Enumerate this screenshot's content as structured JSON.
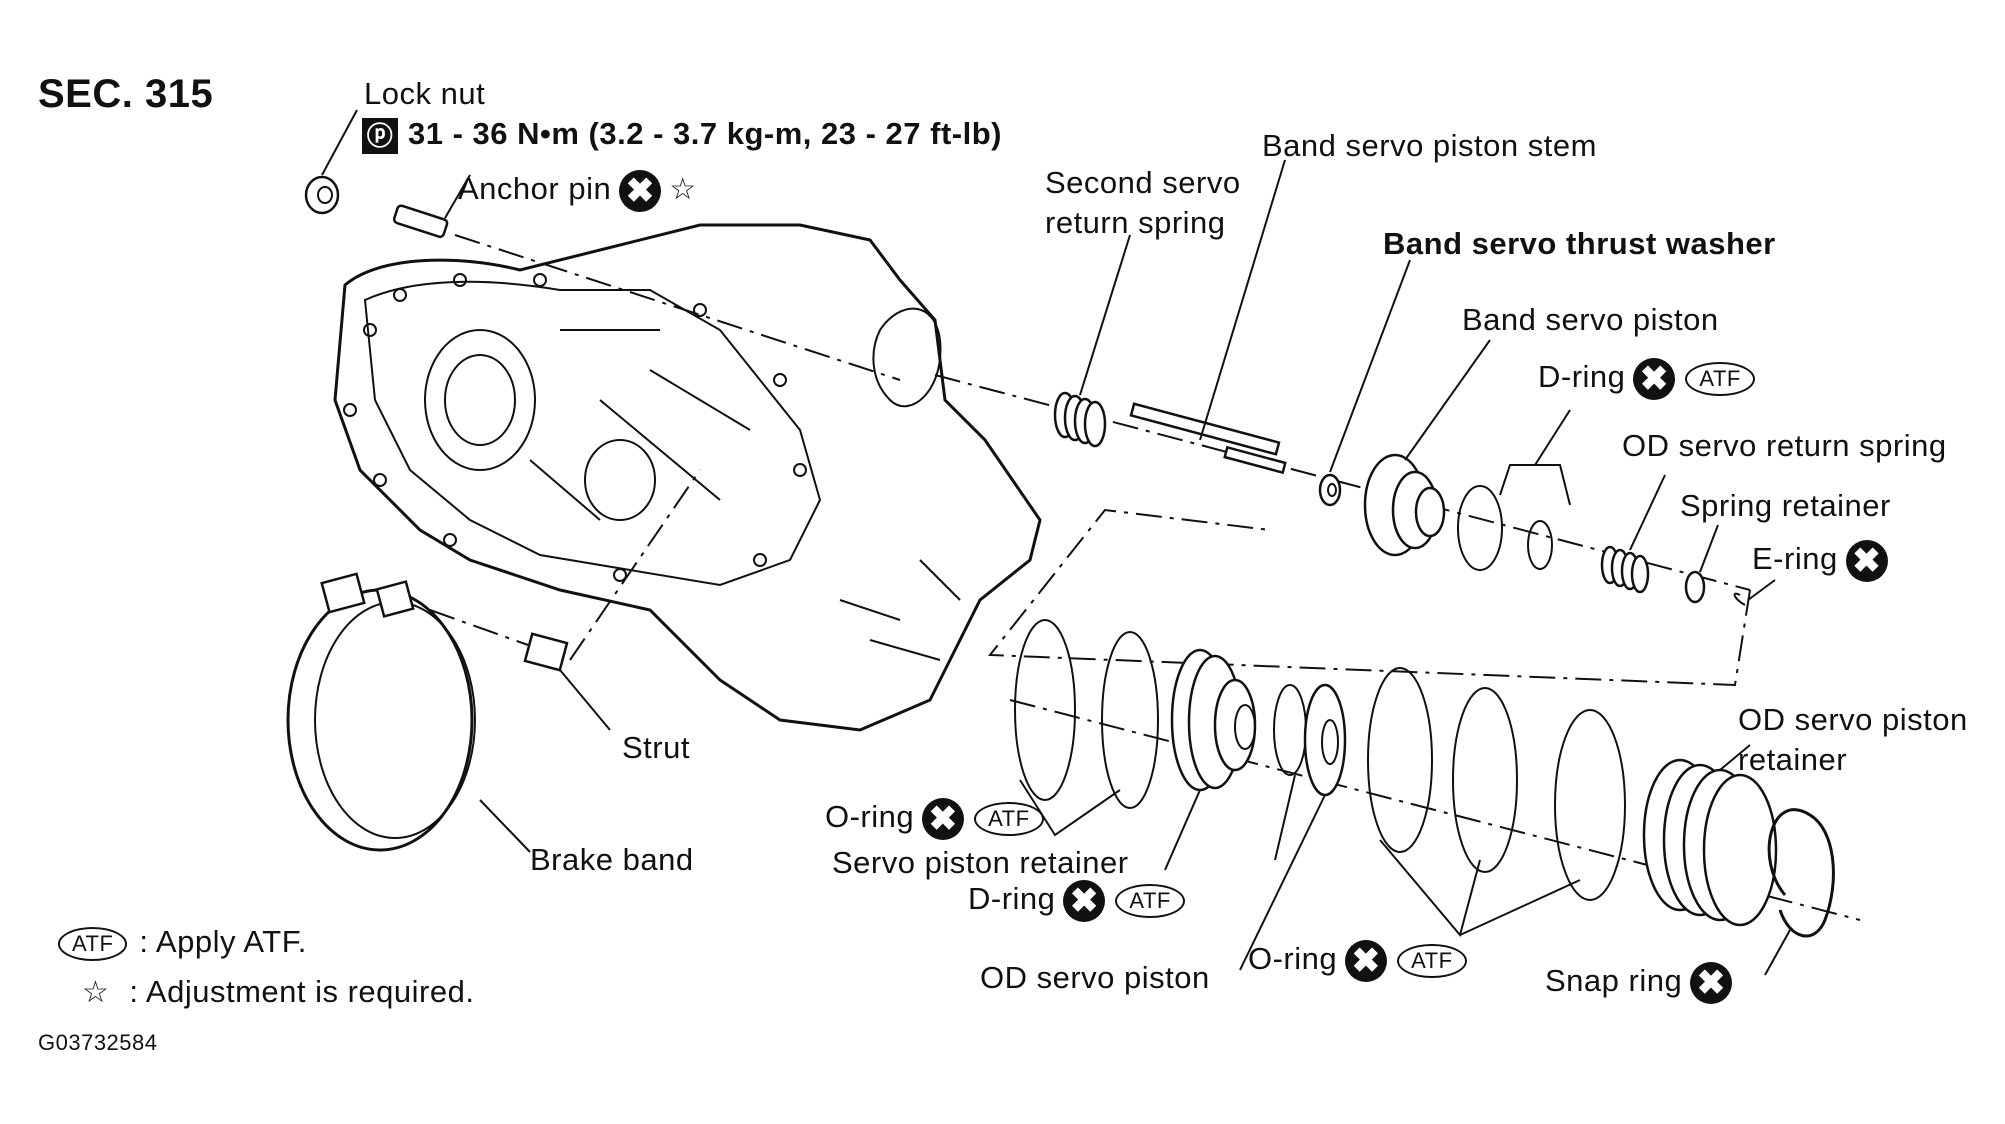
{
  "section": "SEC. 315",
  "figure_code": "G03732584",
  "labels": {
    "lock_nut": "Lock nut",
    "torque_spec": "31 - 36 N•m (3.2 - 3.7 kg-m, 23 - 27 ft-lb)",
    "anchor_pin": "Anchor pin",
    "band_servo_piston_stem": "Band servo piston stem",
    "second_servo_return_spring_1": "Second servo",
    "second_servo_return_spring_2": "return spring",
    "band_servo_thrust_washer": "Band servo thrust washer",
    "band_servo_piston": "Band servo piston",
    "d_ring_top": "D-ring",
    "od_servo_return_spring": "OD servo return spring",
    "spring_retainer": "Spring retainer",
    "e_ring": "E-ring",
    "od_servo_piston_retainer_1": "OD servo piston",
    "od_servo_piston_retainer_2": "retainer",
    "strut": "Strut",
    "brake_band": "Brake band",
    "o_ring_left": "O-ring",
    "servo_piston_retainer": "Servo piston retainer",
    "d_ring_bottom": "D-ring",
    "od_servo_piston": "OD servo piston",
    "o_ring_right": "O-ring",
    "snap_ring": "Snap ring"
  },
  "badges": {
    "atf": "ATF",
    "replace_mark": "✖",
    "adjust_mark": "☆",
    "torque_mark": "ⓟ"
  },
  "legend": {
    "atf_symbol": "ATF",
    "atf_text": ": Apply ATF.",
    "star_symbol": "☆",
    "star_text": ": Adjustment is required."
  }
}
